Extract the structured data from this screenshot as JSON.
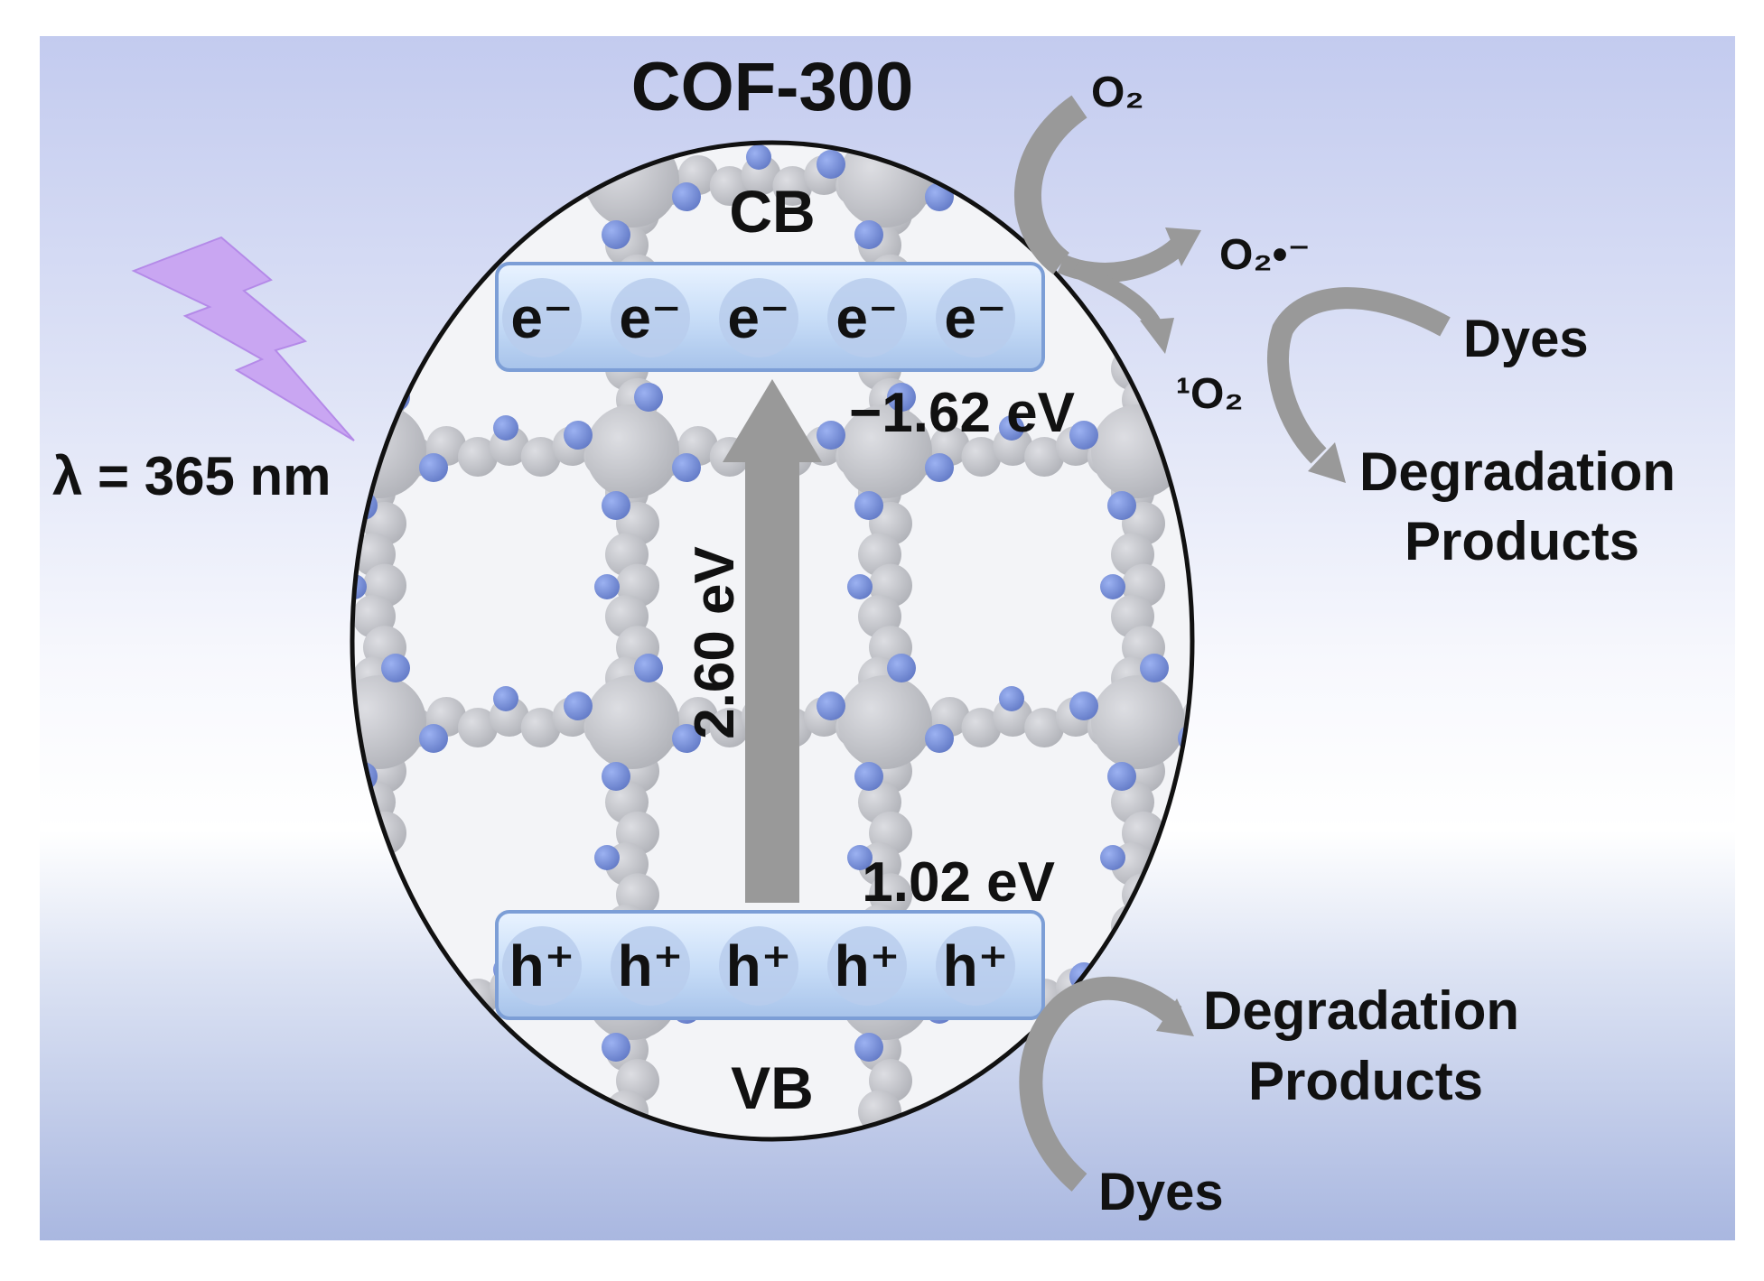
{
  "title": "COF-300",
  "light": {
    "label": "λ = 365 nm",
    "color": "#c9a6f2"
  },
  "cb": {
    "label": "CB",
    "energy": "−1.62 eV",
    "carrier": "e⁻",
    "count": 5
  },
  "vb": {
    "label": "VB",
    "energy": "1.02 eV",
    "carrier": "h⁺",
    "count": 5
  },
  "gap": {
    "label": "2.60 eV"
  },
  "species": {
    "o2": "O₂",
    "superoxide": "O₂•⁻",
    "singlet_o2": "¹O₂",
    "dyes_top": "Dyes",
    "degradation_top_line1": "Degradation",
    "degradation_top_line2": "Products",
    "dyes_bottom": "Dyes",
    "degradation_bottom_line1": "Degradation",
    "degradation_bottom_line2": "Products"
  },
  "colors": {
    "arrow": "#999999",
    "band_fill": "#cfe3fb",
    "band_edge": "#7c9ed6",
    "lattice_node": "#aeb0b6",
    "nitrogen": "#4a6fd6"
  }
}
